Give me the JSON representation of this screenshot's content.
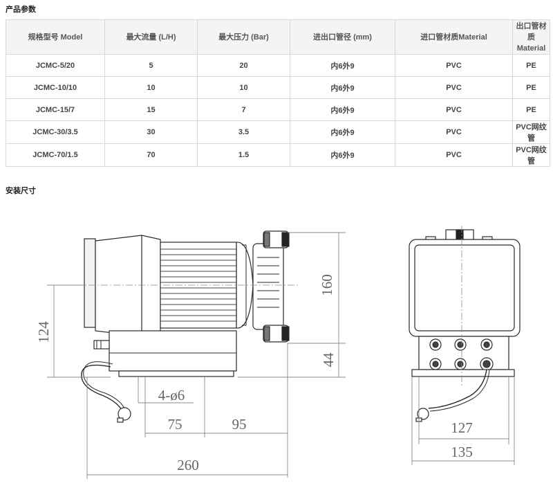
{
  "sections": {
    "params_title": "产品参数",
    "install_title": "安装尺寸"
  },
  "table": {
    "headers": [
      "规格型号 Model",
      "最大流量 (L/H)",
      "最大压力 (Bar)",
      "进出口管径 (mm)",
      "进口管材质Material",
      "出口管材质\nMaterial"
    ],
    "rows": [
      [
        "JCMC-5/20",
        "5",
        "20",
        "内6外9",
        "PVC",
        "PE"
      ],
      [
        "JCMC-10/10",
        "10",
        "10",
        "内6外9",
        "PVC",
        "PE"
      ],
      [
        "JCMC-15/7",
        "15",
        "7",
        "内6外9",
        "PVC",
        "PE"
      ],
      [
        "JCMC-30/3.5",
        "30",
        "3.5",
        "内6外9",
        "PVC",
        "PVC网纹管"
      ],
      [
        "JCMC-70/1.5",
        "70",
        "1.5",
        "内6外9",
        "PVC",
        "PVC网纹管"
      ]
    ]
  },
  "dimensions": {
    "height_total": "160",
    "axis_height": "124",
    "base_height": "44",
    "holes": "4-ø6",
    "hole_spacing_1": "75",
    "hole_spacing_2": "95",
    "length_total": "260",
    "front_width_inner": "127",
    "front_width_outer": "135"
  }
}
